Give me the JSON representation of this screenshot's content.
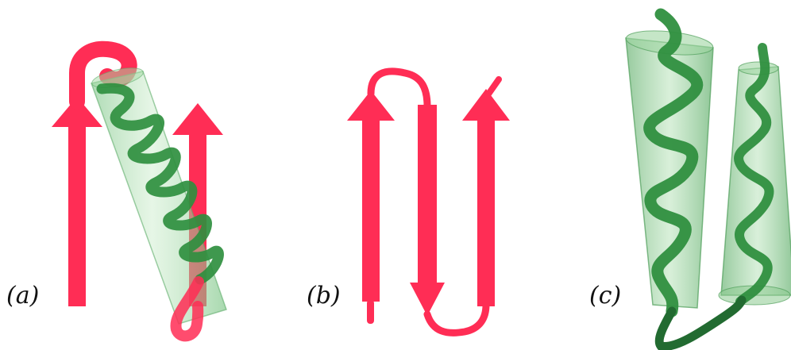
{
  "panels": [
    {
      "id": "a",
      "label": "(a)",
      "description_type": "beta-alpha-beta motif"
    },
    {
      "id": "b",
      "label": "(b)",
      "description_type": "beta hairpin meander"
    },
    {
      "id": "c",
      "label": "(c)",
      "description_type": "alpha-alpha helix hairpin"
    }
  ],
  "colors": {
    "strand": "#ff2d55",
    "strand_dark": "#e0203f",
    "helix_cylinder": "#8fd08f",
    "helix_cylinder_edge": "#5fae6a",
    "helix_ribbon": "#2f8f3f",
    "helix_ribbon_dark": "#1f6a2c",
    "label": "#111111"
  }
}
